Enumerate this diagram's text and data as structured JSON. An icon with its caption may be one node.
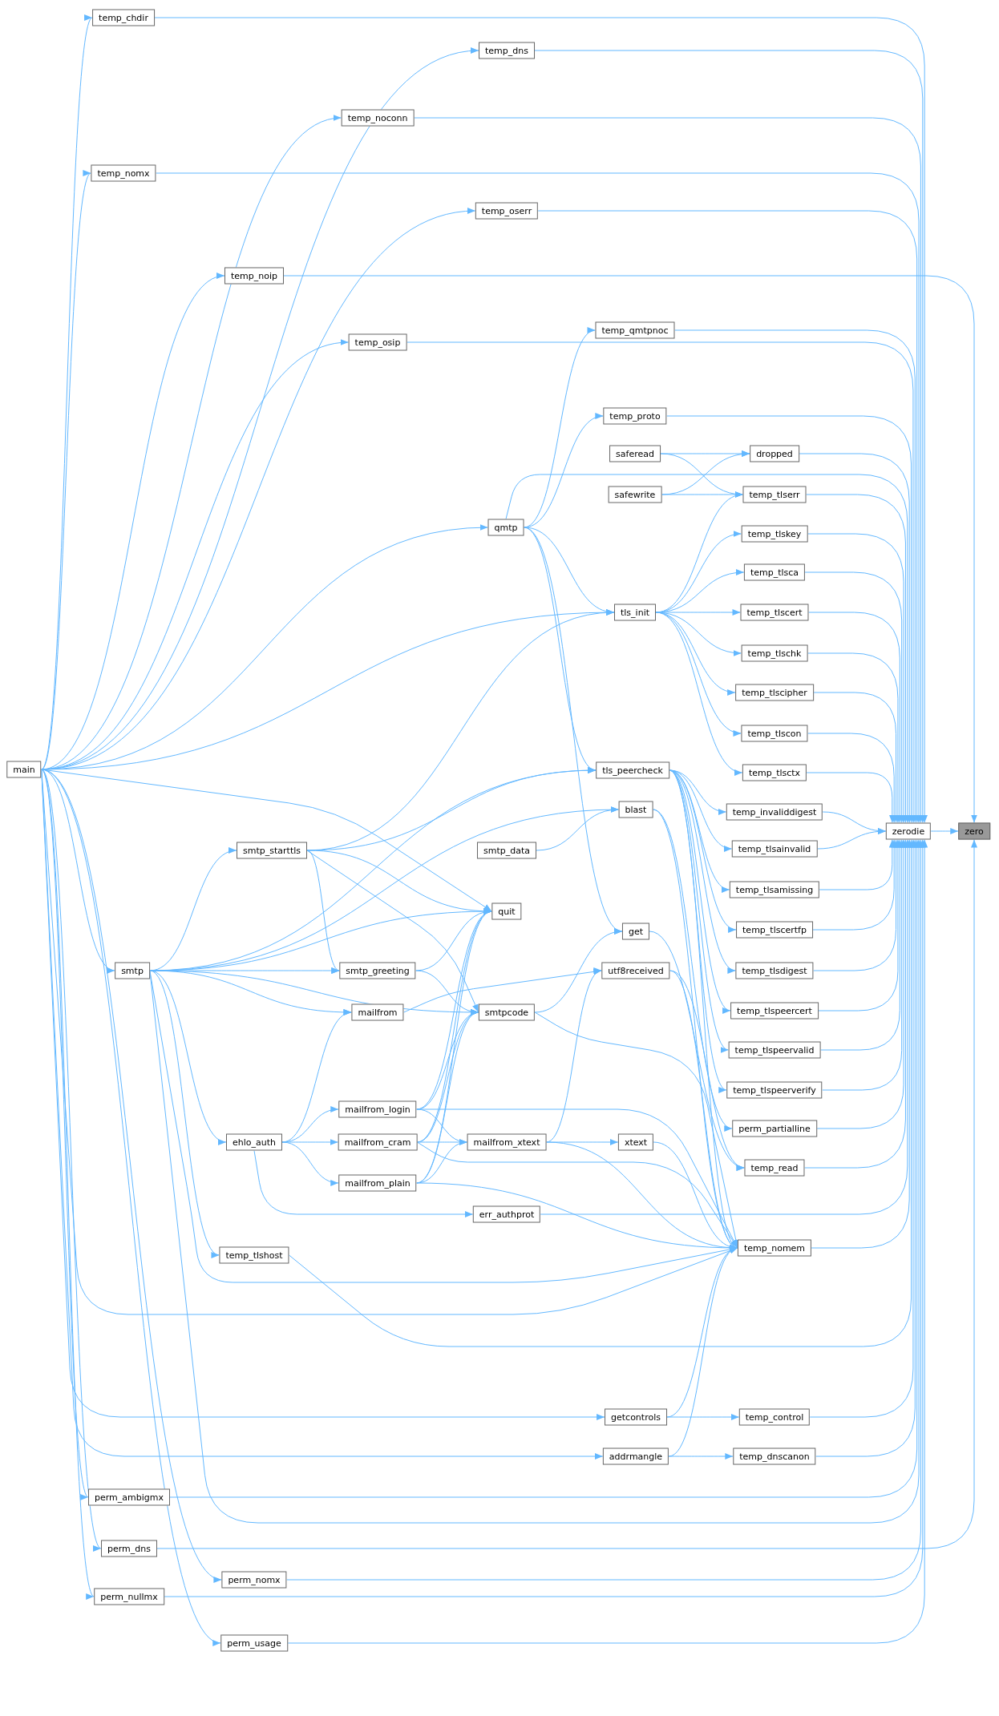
{
  "diagram": {
    "nodes": [
      {
        "text": [
          "zero"
        ]
      },
      {
        "text": [
          "zerodie"
        ]
      },
      {
        "text": [
          "main"
        ]
      },
      {
        "text": [
          "temp_chdir"
        ]
      },
      {
        "text": [
          "temp_dns"
        ]
      },
      {
        "text": [
          "temp_noconn"
        ]
      },
      {
        "text": [
          "temp_nomx"
        ]
      },
      {
        "text": [
          "temp_oserr"
        ]
      },
      {
        "text": [
          "temp_noip"
        ]
      },
      {
        "text": [
          "temp_osip"
        ]
      },
      {
        "text": [
          "temp_qmtpnoc"
        ]
      },
      {
        "text": [
          "temp_proto"
        ]
      },
      {
        "text": [
          "saferead"
        ]
      },
      {
        "text": [
          "dropped"
        ]
      },
      {
        "text": [
          "safewrite"
        ]
      },
      {
        "text": [
          "temp_tlserr"
        ]
      },
      {
        "text": [
          "qmtp"
        ]
      },
      {
        "text": [
          "temp_tlskey"
        ]
      },
      {
        "text": [
          "temp_tlsca"
        ]
      },
      {
        "text": [
          "tls_init"
        ]
      },
      {
        "text": [
          "temp_tlscert"
        ]
      },
      {
        "text": [
          "temp_tlschk"
        ]
      },
      {
        "text": [
          "temp_tlscipher"
        ]
      },
      {
        "text": [
          "temp_tlscon"
        ]
      },
      {
        "text": [
          "tls_peercheck"
        ]
      },
      {
        "text": [
          "temp_tlsctx"
        ]
      },
      {
        "text": [
          "temp_invaliddigest"
        ]
      },
      {
        "text": [
          "blast"
        ]
      },
      {
        "text": [
          "temp_tlsainvalid"
        ]
      },
      {
        "text": [
          "smtp_starttls"
        ]
      },
      {
        "text": [
          "smtp_data"
        ]
      },
      {
        "text": [
          "temp_tlsamissing"
        ]
      },
      {
        "text": [
          "quit"
        ]
      },
      {
        "text": [
          "get"
        ]
      },
      {
        "text": [
          "temp_tlscertfp"
        ]
      },
      {
        "text": [
          "smtp"
        ]
      },
      {
        "text": [
          "smtp_greeting"
        ]
      },
      {
        "text": [
          "utf8received"
        ]
      },
      {
        "text": [
          "temp_tlsdigest"
        ]
      },
      {
        "text": [
          "mailfrom"
        ]
      },
      {
        "text": [
          "smtpcode"
        ]
      },
      {
        "text": [
          "temp_tlspeercert"
        ]
      },
      {
        "text": [
          "temp_tlspeervalid"
        ]
      },
      {
        "text": [
          "mailfrom_login"
        ]
      },
      {
        "text": [
          "ehlo_auth"
        ]
      },
      {
        "text": [
          "mailfrom_cram"
        ]
      },
      {
        "text": [
          "mailfrom_xtext"
        ]
      },
      {
        "text": [
          "xtext"
        ]
      },
      {
        "text": [
          "temp_tlspeerverify"
        ]
      },
      {
        "text": [
          "perm_partialline"
        ]
      },
      {
        "text": [
          "mailfrom_plain"
        ]
      },
      {
        "text": [
          "temp_read"
        ]
      },
      {
        "text": [
          "err_authprot"
        ]
      },
      {
        "text": [
          "temp_tlshost"
        ]
      },
      {
        "text": [
          "temp_nomem"
        ]
      },
      {
        "text": [
          "getcontrols"
        ]
      },
      {
        "text": [
          "temp_control"
        ]
      },
      {
        "text": [
          "addrmangle"
        ]
      },
      {
        "text": [
          "temp_dnscanon"
        ]
      },
      {
        "text": [
          "perm_ambigmx"
        ]
      },
      {
        "text": [
          "perm_dns"
        ]
      },
      {
        "text": [
          "perm_nomx"
        ]
      },
      {
        "text": [
          "perm_nullmx"
        ]
      },
      {
        "text": [
          "perm_usage"
        ]
      }
    ],
    "edges": [
      {
        "from": 1,
        "to": 0,
        "arrow": "to"
      },
      {
        "from": 8,
        "to": 0,
        "arrow": "to"
      },
      {
        "from": 60,
        "to": 0,
        "arrow": "to"
      },
      {
        "from": 2,
        "to": 3,
        "arrow": "to"
      },
      {
        "from": 2,
        "to": 4,
        "arrow": "to"
      },
      {
        "from": 2,
        "to": 5,
        "arrow": "to"
      },
      {
        "from": 2,
        "to": 6,
        "arrow": "to"
      },
      {
        "from": 2,
        "to": 7,
        "arrow": "to"
      },
      {
        "from": 2,
        "to": 8,
        "arrow": "to"
      },
      {
        "from": 2,
        "to": 9,
        "arrow": "to"
      },
      {
        "from": 2,
        "to": 16,
        "arrow": "to"
      },
      {
        "from": 2,
        "to": 19,
        "arrow": "to"
      },
      {
        "from": 2,
        "to": 32,
        "arrow": "to"
      },
      {
        "from": 2,
        "to": 35,
        "arrow": "to"
      },
      {
        "from": 2,
        "to": 54,
        "arrow": "to"
      },
      {
        "from": 2,
        "to": 55,
        "arrow": "to"
      },
      {
        "from": 2,
        "to": 57,
        "arrow": "to"
      },
      {
        "from": 2,
        "to": 59,
        "arrow": "to"
      },
      {
        "from": 2,
        "to": 60,
        "arrow": "to"
      },
      {
        "from": 2,
        "to": 61,
        "arrow": "to"
      },
      {
        "from": 2,
        "to": 62,
        "arrow": "to"
      },
      {
        "from": 2,
        "to": 63,
        "arrow": "to"
      },
      {
        "from": 3,
        "to": 1,
        "arrow": "to"
      },
      {
        "from": 4,
        "to": 1,
        "arrow": "to"
      },
      {
        "from": 5,
        "to": 1,
        "arrow": "to"
      },
      {
        "from": 6,
        "to": 1,
        "arrow": "to"
      },
      {
        "from": 7,
        "to": 1,
        "arrow": "to"
      },
      {
        "from": 9,
        "to": 1,
        "arrow": "to"
      },
      {
        "from": 10,
        "to": 1,
        "arrow": "to"
      },
      {
        "from": 11,
        "to": 1,
        "arrow": "to"
      },
      {
        "from": 13,
        "to": 1,
        "arrow": "to"
      },
      {
        "from": 15,
        "to": 1,
        "arrow": "to"
      },
      {
        "from": 16,
        "to": 1,
        "arrow": "to"
      },
      {
        "from": 17,
        "to": 1,
        "arrow": "to"
      },
      {
        "from": 18,
        "to": 1,
        "arrow": "to"
      },
      {
        "from": 20,
        "to": 1,
        "arrow": "to"
      },
      {
        "from": 21,
        "to": 1,
        "arrow": "to"
      },
      {
        "from": 22,
        "to": 1,
        "arrow": "to"
      },
      {
        "from": 23,
        "to": 1,
        "arrow": "to"
      },
      {
        "from": 25,
        "to": 1,
        "arrow": "to"
      },
      {
        "from": 26,
        "to": 1,
        "arrow": "to"
      },
      {
        "from": 28,
        "to": 1,
        "arrow": "to"
      },
      {
        "from": 31,
        "to": 1,
        "arrow": "to"
      },
      {
        "from": 34,
        "to": 1,
        "arrow": "to"
      },
      {
        "from": 38,
        "to": 1,
        "arrow": "to"
      },
      {
        "from": 41,
        "to": 1,
        "arrow": "to"
      },
      {
        "from": 42,
        "to": 1,
        "arrow": "to"
      },
      {
        "from": 48,
        "to": 1,
        "arrow": "to"
      },
      {
        "from": 49,
        "to": 1,
        "arrow": "to"
      },
      {
        "from": 51,
        "to": 1,
        "arrow": "to"
      },
      {
        "from": 52,
        "to": 1,
        "arrow": "to"
      },
      {
        "from": 53,
        "to": 1,
        "arrow": "to"
      },
      {
        "from": 54,
        "to": 1,
        "arrow": "to"
      },
      {
        "from": 56,
        "to": 1,
        "arrow": "to"
      },
      {
        "from": 58,
        "to": 1,
        "arrow": "to"
      },
      {
        "from": 59,
        "to": 1,
        "arrow": "to"
      },
      {
        "from": 61,
        "to": 1,
        "arrow": "to"
      },
      {
        "from": 62,
        "to": 1,
        "arrow": "to"
      },
      {
        "from": 63,
        "to": 1,
        "arrow": "to"
      },
      {
        "from": 35,
        "to": 1,
        "arrow": "to"
      },
      {
        "from": 12,
        "to": 13,
        "arrow": "to"
      },
      {
        "from": 12,
        "to": 15,
        "arrow": "to"
      },
      {
        "from": 14,
        "to": 13,
        "arrow": "to"
      },
      {
        "from": 14,
        "to": 15,
        "arrow": "to"
      },
      {
        "from": 16,
        "to": 10,
        "arrow": "to"
      },
      {
        "from": 16,
        "to": 11,
        "arrow": "to"
      },
      {
        "from": 16,
        "to": 19,
        "arrow": "to"
      },
      {
        "from": 16,
        "to": 24,
        "arrow": "to"
      },
      {
        "from": 16,
        "to": 33,
        "arrow": "to"
      },
      {
        "from": 19,
        "to": 15,
        "arrow": "to"
      },
      {
        "from": 19,
        "to": 17,
        "arrow": "to"
      },
      {
        "from": 19,
        "to": 18,
        "arrow": "to"
      },
      {
        "from": 19,
        "to": 20,
        "arrow": "to"
      },
      {
        "from": 19,
        "to": 21,
        "arrow": "to"
      },
      {
        "from": 19,
        "to": 22,
        "arrow": "to"
      },
      {
        "from": 19,
        "to": 23,
        "arrow": "to"
      },
      {
        "from": 19,
        "to": 25,
        "arrow": "to"
      },
      {
        "from": 24,
        "to": 26,
        "arrow": "to"
      },
      {
        "from": 24,
        "to": 28,
        "arrow": "to"
      },
      {
        "from": 24,
        "to": 31,
        "arrow": "to"
      },
      {
        "from": 24,
        "to": 34,
        "arrow": "to"
      },
      {
        "from": 24,
        "to": 38,
        "arrow": "to"
      },
      {
        "from": 24,
        "to": 41,
        "arrow": "to"
      },
      {
        "from": 24,
        "to": 42,
        "arrow": "to"
      },
      {
        "from": 24,
        "to": 48,
        "arrow": "to"
      },
      {
        "from": 24,
        "to": 54,
        "arrow": "to"
      },
      {
        "from": 27,
        "to": 49,
        "arrow": "to"
      },
      {
        "from": 27,
        "to": 54,
        "arrow": "to"
      },
      {
        "from": 35,
        "to": 29,
        "arrow": "to"
      },
      {
        "from": 35,
        "to": 32,
        "arrow": "to"
      },
      {
        "from": 35,
        "to": 36,
        "arrow": "to"
      },
      {
        "from": 35,
        "to": 39,
        "arrow": "to"
      },
      {
        "from": 35,
        "to": 40,
        "arrow": "to"
      },
      {
        "from": 35,
        "to": 44,
        "arrow": "to"
      },
      {
        "from": 35,
        "to": 53,
        "arrow": "to"
      },
      {
        "from": 35,
        "to": 24,
        "arrow": "to"
      },
      {
        "from": 35,
        "to": 27,
        "arrow": "to"
      },
      {
        "from": 35,
        "to": 54,
        "arrow": "to"
      },
      {
        "from": 29,
        "to": 32,
        "arrow": "to"
      },
      {
        "from": 29,
        "to": 36,
        "arrow": "to"
      },
      {
        "from": 29,
        "to": 40,
        "arrow": "to"
      },
      {
        "from": 29,
        "to": 19,
        "arrow": "to"
      },
      {
        "from": 29,
        "to": 24,
        "arrow": "to"
      },
      {
        "from": 30,
        "to": 27,
        "arrow": "to"
      },
      {
        "from": 36,
        "to": 32,
        "arrow": "to"
      },
      {
        "from": 36,
        "to": 40,
        "arrow": "to"
      },
      {
        "from": 33,
        "to": 51,
        "arrow": "to"
      },
      {
        "from": 37,
        "to": 51,
        "arrow": "to"
      },
      {
        "from": 37,
        "to": 54,
        "arrow": "to"
      },
      {
        "from": 39,
        "to": 37,
        "arrow": "to"
      },
      {
        "from": 40,
        "to": 33,
        "arrow": "to"
      },
      {
        "from": 40,
        "to": 54,
        "arrow": "to"
      },
      {
        "from": 44,
        "to": 39,
        "arrow": "to"
      },
      {
        "from": 44,
        "to": 43,
        "arrow": "to"
      },
      {
        "from": 44,
        "to": 45,
        "arrow": "to"
      },
      {
        "from": 44,
        "to": 50,
        "arrow": "to"
      },
      {
        "from": 44,
        "to": 52,
        "arrow": "to"
      },
      {
        "from": 43,
        "to": 32,
        "arrow": "to"
      },
      {
        "from": 43,
        "to": 40,
        "arrow": "to"
      },
      {
        "from": 43,
        "to": 46,
        "arrow": "to"
      },
      {
        "from": 43,
        "to": 54,
        "arrow": "to"
      },
      {
        "from": 45,
        "to": 32,
        "arrow": "to"
      },
      {
        "from": 45,
        "to": 40,
        "arrow": "to"
      },
      {
        "from": 45,
        "to": 46,
        "arrow": "to"
      },
      {
        "from": 45,
        "to": 54,
        "arrow": "to"
      },
      {
        "from": 50,
        "to": 32,
        "arrow": "to"
      },
      {
        "from": 50,
        "to": 40,
        "arrow": "to"
      },
      {
        "from": 50,
        "to": 46,
        "arrow": "to"
      },
      {
        "from": 50,
        "to": 54,
        "arrow": "to"
      },
      {
        "from": 46,
        "to": 37,
        "arrow": "to"
      },
      {
        "from": 46,
        "to": 47,
        "arrow": "to"
      },
      {
        "from": 46,
        "to": 54,
        "arrow": "to"
      },
      {
        "from": 47,
        "to": 54,
        "arrow": "to"
      },
      {
        "from": 55,
        "to": 56,
        "arrow": "to"
      },
      {
        "from": 55,
        "to": 54,
        "arrow": "to"
      },
      {
        "from": 57,
        "to": 58,
        "arrow": "to"
      },
      {
        "from": 57,
        "to": 54,
        "arrow": "to"
      }
    ]
  }
}
